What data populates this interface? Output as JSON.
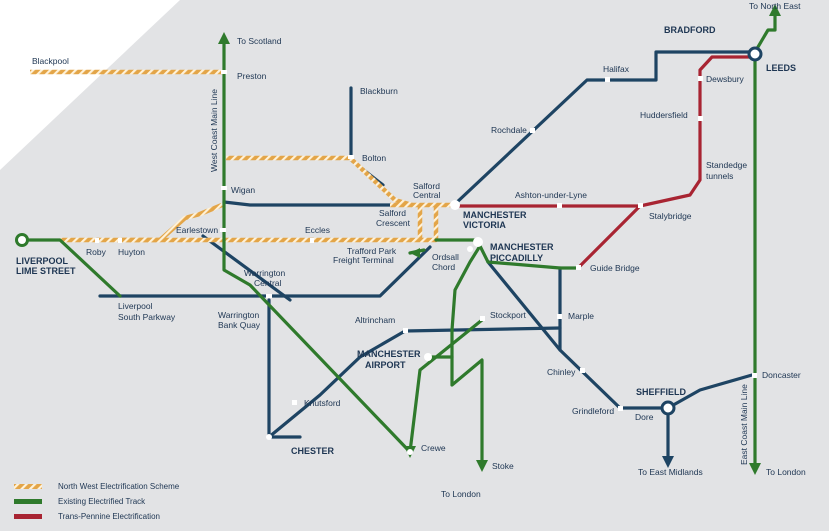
{
  "colors": {
    "background_light": "#ffffff",
    "background_band": "#e2e3e5",
    "navy": "#1e4463",
    "green": "#2f7a2c",
    "red": "#a82432",
    "orange": "#e3a548",
    "label": "#1d3552"
  },
  "legend": {
    "electrification_scheme": "North West Electrification Scheme",
    "existing_track": "Existing Electrified Track",
    "trans_pennine": "Trans-Pennine Electrification"
  },
  "line_labels": {
    "west_coast": "West Coast Main Line",
    "east_coast": "East Coast Main Line"
  },
  "directions": {
    "to_scotland": "To Scotland",
    "to_north_east": "To North East",
    "to_london_crewe": "To London",
    "to_london_doncaster": "To London",
    "to_east_midlands": "To East Midlands"
  },
  "stations": {
    "blackpool": "Blackpool",
    "preston": "Preston",
    "blackburn": "Blackburn",
    "bolton": "Bolton",
    "wigan": "Wigan",
    "salford_central_1": "Salford",
    "salford_central_2": "Central",
    "salford_crescent_1": "Salford",
    "salford_crescent_2": "Crescent",
    "manchester_victoria_1": "MANCHESTER",
    "manchester_victoria_2": "VICTORIA",
    "manchester_piccadilly_1": "MANCHESTER",
    "manchester_piccadilly_2": "PICCADILLY",
    "trafford_park_1": "Trafford Park",
    "trafford_park_2": "Freight Terminal",
    "ordsall_1": "Ordsall",
    "ordsall_2": "Chord",
    "eccles": "Eccles",
    "earlestown": "Earlestown",
    "liverpool_1": "LIVERPOOL",
    "liverpool_2": "LIME STREET",
    "roby": "Roby",
    "huyton": "Huyton",
    "warrington_central_1": "Warrington",
    "warrington_central_2": "Central",
    "warrington_bank_1": "Warrington",
    "warrington_bank_2": "Bank Quay",
    "liverpool_south_1": "Liverpool",
    "liverpool_south_2": "South Parkway",
    "altrincham": "Altrincham",
    "stockport": "Stockport",
    "manchester_airport_1": "MANCHESTER",
    "manchester_airport_2": "AIRPORT",
    "knutsford": "Knutsford",
    "chester": "CHESTER",
    "crewe": "Crewe",
    "stoke": "Stoke",
    "rochdale": "Rochdale",
    "halifax": "Halifax",
    "bradford": "BRADFORD",
    "leeds": "LEEDS",
    "dewsbury": "Dewsbury",
    "huddersfield": "Huddersfield",
    "standedge_1": "Standedge",
    "standedge_2": "tunnels",
    "ashton": "Ashton-under-Lyne",
    "stalybridge": "Stalybridge",
    "guide_bridge": "Guide Bridge",
    "marple": "Marple",
    "chinley": "Chinley",
    "grindleford": "Grindleford",
    "dore": "Dore",
    "sheffield": "SHEFFIELD",
    "doncaster": "Doncaster"
  }
}
